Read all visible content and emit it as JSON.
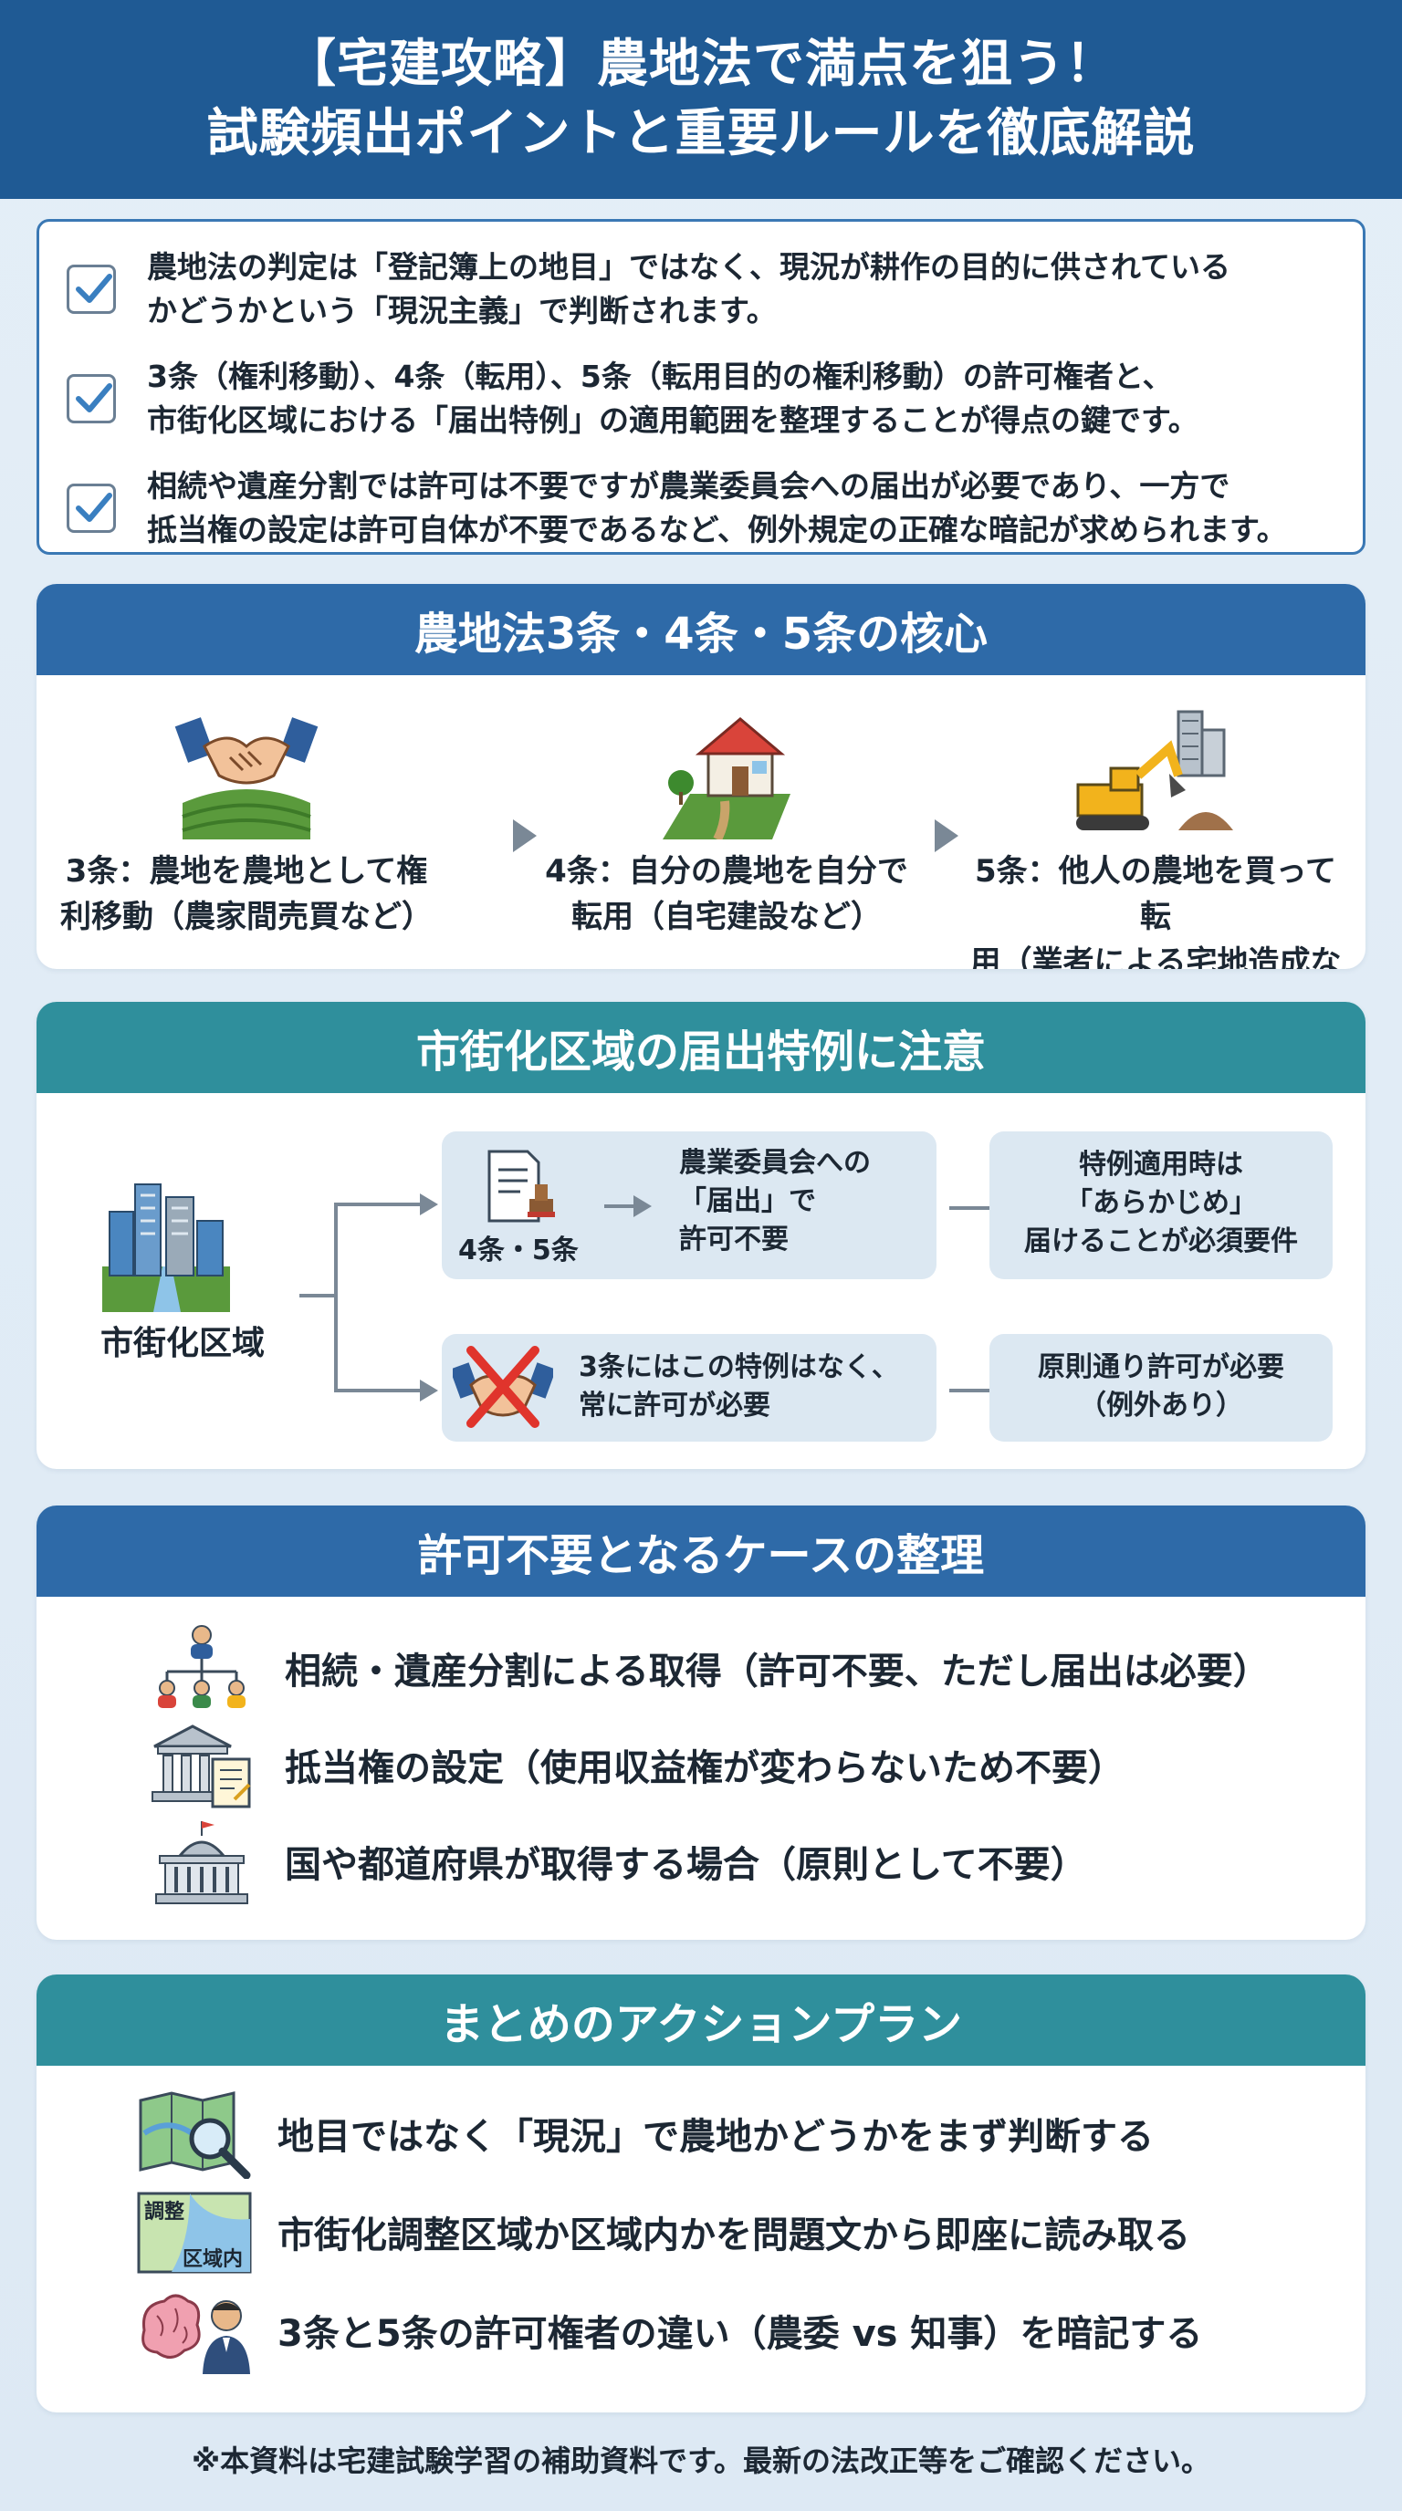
{
  "header": {
    "title_line1": "【宅建攻略】農地法で満点を狙う！",
    "title_line2": "試験頻出ポイントと重要ルールを徹底解説"
  },
  "summary": {
    "items": [
      {
        "line1": "農地法の判定は「登記簿上の地目」ではなく、現況が耕作の目的に供されている",
        "line2": "かどうかという「現況主義」で判断されます。"
      },
      {
        "line1": "3条（権利移動）、4条（転用）、5条（転用目的の権利移動）の許可権者と、",
        "line2": "市街化区域における「届出特例」の適用範囲を整理することが得点の鍵です。"
      },
      {
        "line1": "相続や遺産分割では許可は不要ですが農業委員会への届出が必要であり、一方で",
        "line2": "抵当権の設定は許可自体が不要であるなど、例外規定の正確な暗記が求められます。"
      }
    ]
  },
  "section1": {
    "title": "農地法3条・4条・5条の核心",
    "items": [
      {
        "line1": "3条：農地を農地として権",
        "line2": "利移動（農家間売買など）"
      },
      {
        "line1": "4条：自分の農地を自分で",
        "line2": "転用（自宅建設など）"
      },
      {
        "line1": "5条：他人の農地を買って転",
        "line2": "用（業者による宅地造成など）"
      }
    ]
  },
  "section2": {
    "title": "市街化区域の届出特例に注意",
    "area_label": "市街化区域",
    "doc_label": "4条・5条",
    "notify_line1": "農業委員会への",
    "notify_line2": "「届出」で",
    "notify_line3": "許可不要",
    "req_line1": "特例適用時は",
    "req_line2": "「あらかじめ」",
    "req_line3": "届けることが必須要件",
    "art3_line1": "3条にはこの特例はなく、",
    "art3_line2": "常に許可が必要",
    "rule_line1": "原則通り許可が必要",
    "rule_line2": "（例外あり）"
  },
  "section3": {
    "title": "許可不要となるケースの整理",
    "items": [
      {
        "icon": "family-tree-icon",
        "text": "相続・遺産分割による取得（許可不要、ただし届出は必要）"
      },
      {
        "icon": "bank-document-icon",
        "text": "抵当権の設定（使用収益権が変わらないため不要）"
      },
      {
        "icon": "government-building-icon",
        "text": "国や都道府県が取得する場合（原則として不要）"
      }
    ]
  },
  "section4": {
    "title": "まとめのアクションプラン",
    "map_label1": "調整",
    "map_label2": "区域内",
    "items": [
      {
        "icon": "map-magnifier-icon",
        "text": "地目ではなく「現況」で農地かどうかをまず判断する"
      },
      {
        "icon": "zone-map-icon",
        "text": "市街化調整区域か区域内かを問題文から即座に読み取る"
      },
      {
        "icon": "brain-official-icon",
        "text": "3条と5条の許可権者の違い（農委 vs 知事）を暗記する"
      }
    ]
  },
  "footer": {
    "note": "※本資料は宅建試験学習の補助資料です。最新の法改正等をご確認ください。"
  },
  "colors": {
    "header_bg": "#1f5a94",
    "blue_band": "#2e6aa8",
    "teal_band": "#2f8f9c",
    "page_bg": "#e4eef7"
  }
}
